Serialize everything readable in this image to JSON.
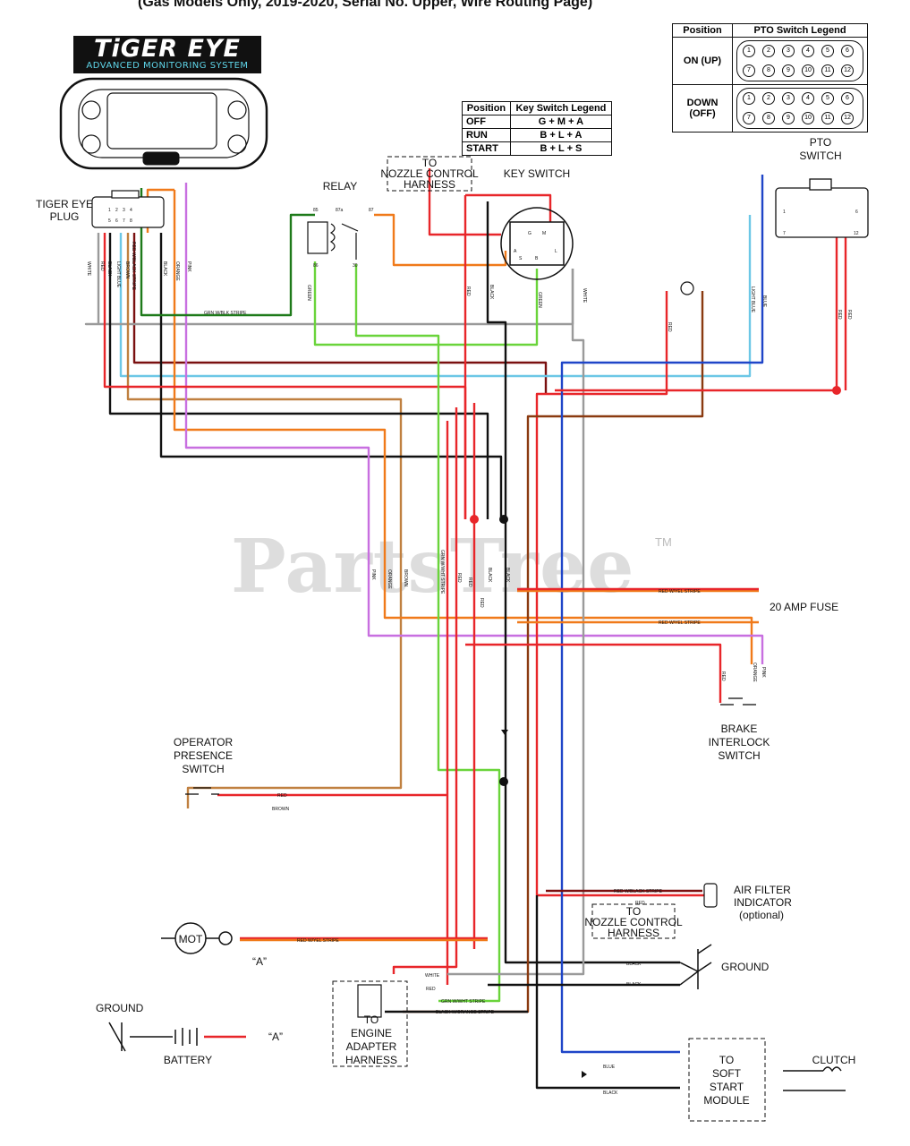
{
  "header_fragment": "(Gas Models Only, 2019-2020, Serial No. Upper, Wire Routing Page)",
  "logo": {
    "title": "TiGER EYE",
    "subtitle": "ADVANCED MONITORING SYSTEM"
  },
  "watermark": {
    "text": "PartsTree",
    "tm": "TM"
  },
  "key_switch_legend": {
    "headers": [
      "Position",
      "Key Switch Legend"
    ],
    "rows": [
      {
        "position": "OFF",
        "value": "G + M + A"
      },
      {
        "position": "RUN",
        "value": "B + L + A"
      },
      {
        "position": "START",
        "value": "B + L + S"
      }
    ]
  },
  "pto_switch_legend": {
    "headers": [
      "Position",
      "PTO Switch Legend"
    ],
    "rows": [
      {
        "position": "ON (UP)"
      },
      {
        "position": "DOWN (OFF)"
      }
    ],
    "pin_numbers_top": [
      "1",
      "2",
      "3",
      "4",
      "5",
      "6"
    ],
    "pin_numbers_bottom": [
      "7",
      "8",
      "9",
      "10",
      "11",
      "12"
    ]
  },
  "labels": {
    "tiger_eye_plug": [
      "TIGER EYE",
      "PLUG"
    ],
    "relay": "RELAY",
    "to_nozzle_top": [
      "TO",
      "NOZZLE CONTROL",
      "HARNESS"
    ],
    "key_switch": "KEY SWITCH",
    "pto_switch": [
      "PTO",
      "SWITCH"
    ],
    "fuse": "20 AMP FUSE",
    "brake_interlock": [
      "BRAKE",
      "INTERLOCK",
      "SWITCH"
    ],
    "operator_presence": [
      "OPERATOR",
      "PRESENCE",
      "SWITCH"
    ],
    "air_filter": [
      "AIR FILTER",
      "INDICATOR",
      "(optional)"
    ],
    "to_nozzle_bottom": [
      "TO",
      "NOZZLE CONTROL",
      "HARNESS"
    ],
    "ground_right": "GROUND",
    "ground_left": "GROUND",
    "mot": "MOT",
    "a_marker": "“A”",
    "battery": "BATTERY",
    "battery_a": "“A”",
    "engine_adapter": [
      "TO",
      "ENGINE",
      "ADAPTER",
      "HARNESS"
    ],
    "soft_start": [
      "TO",
      "SOFT",
      "START",
      "MODULE"
    ],
    "clutch": "CLUTCH",
    "relay_pins": [
      "85",
      "87a",
      "87",
      "86",
      "30"
    ],
    "key_pins": [
      "G",
      "A",
      "S",
      "M",
      "B",
      "L"
    ],
    "pto_conn_pins": [
      "1",
      "6",
      "7",
      "12"
    ],
    "plug_pins": [
      "1",
      "2",
      "3",
      "4",
      "5",
      "6",
      "7",
      "8"
    ]
  },
  "wire_labels": {
    "plug_column": [
      "WHITE",
      "RED",
      "BLACK",
      "LIGHT BLUE",
      "RED W/BLACK STRIPE",
      "BROWN",
      "BLACK",
      "ORANGE",
      "PINK"
    ],
    "grn_blk": "GRN W/BLK STRIPE",
    "green1": "GREEN",
    "red_ks": "RED",
    "black_ks": "BLACK",
    "green_ks": "GREEN",
    "white_ks": "WHITE",
    "red_lamp": "RED",
    "pto_column": [
      "LIGHT BLUE",
      "BLUE",
      "RED",
      "RED"
    ],
    "mid_column": [
      "PINK",
      "ORANGE",
      "BROWN",
      "GRN W/WHT STRIPE",
      "RED",
      "RED",
      "RED",
      "BLACK",
      "BLACK"
    ],
    "fuse_top": "RED W/YEL STRIPE",
    "fuse_bottom": "RED W/YEL STRIPE",
    "brake_column": [
      "RED",
      "ORANGE",
      "PINK"
    ],
    "ops_red": "RED",
    "ops_brown": "BROWN",
    "af_red_blk": "RED W/BLACK STRIPE",
    "af_red": "RED",
    "mot_red_yel": "RED W/YEL STRIPE",
    "gnd_black1": "BLACK",
    "gnd_black2": "BLACK",
    "eng_white": "WHITE",
    "eng_red": "RED",
    "eng_grn_wht": "GRN W/WHT STRIPE",
    "eng_blk_org": "BLACK W/ORANGE STRIPE",
    "ss_blue": "BLUE",
    "ss_black": "BLACK"
  },
  "colors": {
    "red": "#e8262a",
    "black": "#111111",
    "orange": "#f07a1a",
    "pink": "#c86fe0",
    "brown": "#c08040",
    "dark_red": "#7a1010",
    "light_blue": "#6cc7e6",
    "blue": "#1f45c8",
    "green": "#6ad43b",
    "dark_green": "#1e7a1a",
    "white_wire": "#9a9a9a"
  }
}
